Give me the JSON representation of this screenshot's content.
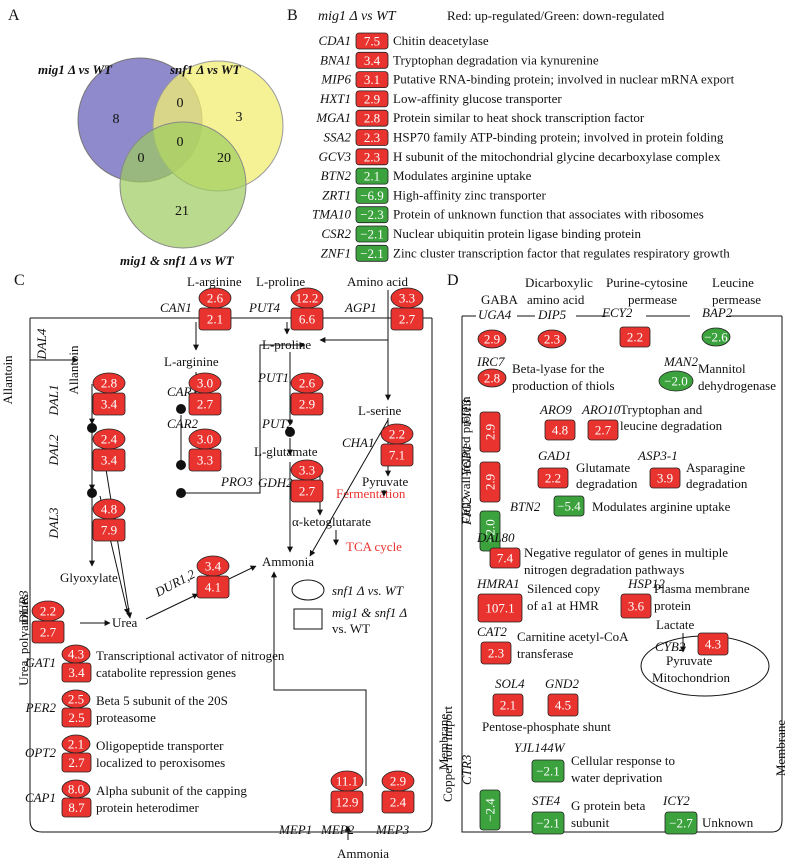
{
  "panelA": {
    "label": "A",
    "sets": [
      {
        "name": "mig1 Δ vs WT",
        "color": "#7b75c2"
      },
      {
        "name": "snf1 Δ vs WT",
        "color": "#f2ee73"
      },
      {
        "name": "mig1 & snf1 Δ vs WT",
        "color": "#9ccc5e"
      }
    ],
    "counts": {
      "mig1_only": "8",
      "snf1_only": "3",
      "mig1_snf1": "0",
      "center": "0",
      "mig1_double": "0",
      "snf1_double": "20",
      "double_only": "21"
    }
  },
  "panelB": {
    "label": "B",
    "title": "mig1 Δ vs WT",
    "legend": "Red: up-regulated/Green: down-regulated",
    "genes": [
      {
        "gene": "CDA1",
        "value": "7.5",
        "dir": "up",
        "desc": "Chitin deacetylase"
      },
      {
        "gene": "BNA1",
        "value": "3.4",
        "dir": "up",
        "desc": "Tryptophan degradation via kynurenine"
      },
      {
        "gene": "MIP6",
        "value": "3.1",
        "dir": "up",
        "desc": "Putative RNA-binding protein; involved in nuclear mRNA export"
      },
      {
        "gene": "HXT1",
        "value": "2.9",
        "dir": "up",
        "desc": "Low-affinity glucose transporter"
      },
      {
        "gene": "MGA1",
        "value": "2.8",
        "dir": "up",
        "desc": "Protein similar to heat shock transcription factor"
      },
      {
        "gene": "SSA2",
        "value": "2.3",
        "dir": "up",
        "desc": "HSP70 family ATP-binding protein; involved in protein folding"
      },
      {
        "gene": "GCV3",
        "value": "2.3",
        "dir": "up",
        "desc": "H subunit of the mitochondrial glycine decarboxylase complex"
      },
      {
        "gene": "BTN2",
        "value": "2.1",
        "dir": "down",
        "desc": "Modulates arginine uptake"
      },
      {
        "gene": "ZRT1",
        "value": "−6.9",
        "dir": "down",
        "desc": "High-affinity zinc transporter"
      },
      {
        "gene": "TMA10",
        "value": "−2.3",
        "dir": "down",
        "desc": "Protein of unknown function that associates with ribosomes"
      },
      {
        "gene": "CSR2",
        "value": "−2.1",
        "dir": "down",
        "desc": "Nuclear ubiquitin protein ligase binding protein"
      },
      {
        "gene": "ZNF1",
        "value": "−2.1",
        "dir": "down",
        "desc": "Zinc cluster transcription factor that regulates respiratory growth"
      }
    ]
  },
  "panelC": {
    "label": "C",
    "labels": {
      "l_arginine_top": "L-arginine",
      "l_proline_top": "L-proline",
      "amino_acid": "Amino acid",
      "allantoin_out": "Allantoin",
      "allantoin_in": "Allantoin",
      "l_arginine": "L-arginine",
      "l_proline": "L-proline",
      "l_serine": "L-serine",
      "l_glutamate": "L-glutamate",
      "pyruvate": "Pyruvate",
      "fermentation": "Fermentation",
      "akg": "α-ketoglutarate",
      "tca": "TCA cycle",
      "ammonia": "Ammonia",
      "glyoxylate": "Glyoxylate",
      "urea": "Urea",
      "urea_polyamines": "Urea, polyamines",
      "membrane": "Membrane",
      "ammonia_bottom": "Ammonia",
      "legend_ellipse": "snf1 Δ vs. WT",
      "legend_box_1": "mig1 & snf1 Δ",
      "legend_box_2": "vs. WT"
    },
    "genes": {
      "CAN1": {
        "name": "CAN1",
        "e": "2.6",
        "b": "2.1"
      },
      "PUT4": {
        "name": "PUT4",
        "e": "12.2",
        "b": "6.6"
      },
      "AGP1": {
        "name": "AGP1",
        "e": "3.3",
        "b": "2.7"
      },
      "DAL4": {
        "name": "DAL4"
      },
      "DAL1": {
        "name": "DAL1",
        "e": "2.8",
        "b": "3.4"
      },
      "DAL2": {
        "name": "DAL2",
        "e": "2.4",
        "b": "3.4"
      },
      "DAL3": {
        "name": "DAL3",
        "e": "4.8",
        "b": "7.9"
      },
      "CAR1": {
        "name": "CAR1",
        "e": "3.0",
        "b": "2.7"
      },
      "CAR2": {
        "name": "CAR2",
        "e": "3.0",
        "b": "3.3"
      },
      "PRO3": {
        "name": "PRO3"
      },
      "PUT1": {
        "name": "PUT1",
        "e": "2.6",
        "b": "2.9"
      },
      "PUT2": {
        "name": "PUT2"
      },
      "GDH2": {
        "name": "GDH2",
        "e": "3.3",
        "b": "2.7"
      },
      "CHA1": {
        "name": "CHA1",
        "e": "2.2",
        "b": "7.1"
      },
      "DUR12": {
        "name": "DUR1,2",
        "e": "3.4",
        "b": "4.1"
      },
      "DUR3": {
        "name": "DUR3",
        "e": "2.2",
        "b": "2.7"
      },
      "MEP1": {
        "name": "MEP1"
      },
      "MEP2": {
        "name": "MEP2",
        "e": "11.1",
        "b": "12.9"
      },
      "MEP3": {
        "name": "MEP3",
        "e": "2.9",
        "b": "2.4"
      }
    },
    "list": [
      {
        "gene": "GAT1",
        "e": "4.3",
        "b": "3.4",
        "desc1": "Transcriptional activator of nitrogen",
        "desc2": "catabolite repression genes"
      },
      {
        "gene": "PER2",
        "e": "2.5",
        "b": "2.5",
        "desc1": "Beta 5 subunit of the 20S",
        "desc2": "proteasome"
      },
      {
        "gene": "OPT2",
        "e": "2.1",
        "b": "2.7",
        "desc1": "Oligopeptide transporter",
        "desc2": "localized to peroxisomes"
      },
      {
        "gene": "CAP1",
        "e": "8.0",
        "b": "8.7",
        "desc1": "Alpha subunit of the capping",
        "desc2": "protein heterodimer"
      }
    ]
  },
  "panelD": {
    "label": "D",
    "headers": {
      "gaba": "GABA",
      "dicarboxylic1": "Dicarboxylic",
      "dicarboxylic2": "amino acid",
      "purine1": "Purine-cytosine",
      "purine2": "permease",
      "leucine1": "Leucine",
      "leucine2": "permease"
    },
    "transporters": [
      {
        "gene": "UGA4",
        "value": "2.9",
        "dir": "up"
      },
      {
        "gene": "DIP5",
        "value": "2.3",
        "dir": "up"
      },
      {
        "gene": "FCY2",
        "value": "2.2",
        "dir": "up"
      },
      {
        "gene": "BAP2",
        "value": "−2.6",
        "dir": "down"
      }
    ],
    "irc7": {
      "gene": "IRC7",
      "value": "2.8",
      "desc1": "Beta-lyase for the",
      "desc2": "production of thiols"
    },
    "man2": {
      "gene": "MAN2",
      "value": "−2.0",
      "desc1": "Mannitol",
      "desc2": "dehydrogenase"
    },
    "cell_wall_label": "Cell wall-related protein",
    "fit3": {
      "gene": "FIT3",
      "value": "2.9"
    },
    "ygp1": {
      "gene": "YGP1",
      "value": "2.9"
    },
    "fig2": {
      "gene": "FIG2",
      "value": "−2.0"
    },
    "aro9": {
      "gene": "ARO9",
      "value": "4.8"
    },
    "aro10": {
      "gene": "ARO10",
      "value": "2.7"
    },
    "aro_desc1": "Tryptophan and",
    "aro_desc2": "leucine degradation",
    "gad1": {
      "gene": "GAD1",
      "value": "2.2",
      "desc1": "Glutamate",
      "desc2": "degradation"
    },
    "asp3": {
      "gene": "ASP3-1",
      "value": "3.9",
      "desc1": "Asparagine",
      "desc2": "degradation"
    },
    "btn2": {
      "gene": "BTN2",
      "value": "−5.4",
      "desc": "Modulates arginine uptake"
    },
    "dal80": {
      "gene": "DAL80",
      "value": "7.4",
      "desc1": "Negative regulator of genes in multiple",
      "desc2": "nitrogen degradation pathways"
    },
    "hmra1": {
      "gene": "HMRA1",
      "value": "107.1",
      "desc1": "Silenced copy",
      "desc2": "of a1 at HMR"
    },
    "hsp12": {
      "gene": "HSP12",
      "value": "3.6",
      "desc1": "Plasma membrane",
      "desc2": "protein"
    },
    "cat2": {
      "gene": "CAT2",
      "value": "2.3",
      "desc1": "Carnitine acetyl-CoA",
      "desc2": "transferase"
    },
    "lactate": "Lactate",
    "cyb2": {
      "gene": "CYB2",
      "value": "4.3"
    },
    "pyruvate": "Pyruvate",
    "mitochondrion": "Mitochondrion",
    "sol4": {
      "gene": "SOL4",
      "value": "2.1"
    },
    "gnd2": {
      "gene": "GND2",
      "value": "4.5"
    },
    "pentose": "Pentose-phosphate shunt",
    "yjl": {
      "gene": "YJL144W",
      "value": "−2.1",
      "desc1": "Cellular response to",
      "desc2": "water deprivation"
    },
    "copper_label": "Copper ion import",
    "ctr3": {
      "gene": "CTR3",
      "value": "−2.4"
    },
    "ste4": {
      "gene": "STE4",
      "value": "−2.1",
      "desc1": "G protein beta",
      "desc2": "subunit"
    },
    "icy2": {
      "gene": "ICY2",
      "value": "−2.7",
      "desc": "Unknown"
    },
    "membrane": "Membrane"
  },
  "colors": {
    "up": "#e8332f",
    "down": "#3ba23d",
    "venn_a": "#7b75c2",
    "venn_b": "#f2ee73",
    "venn_c": "#9ccc5e"
  }
}
